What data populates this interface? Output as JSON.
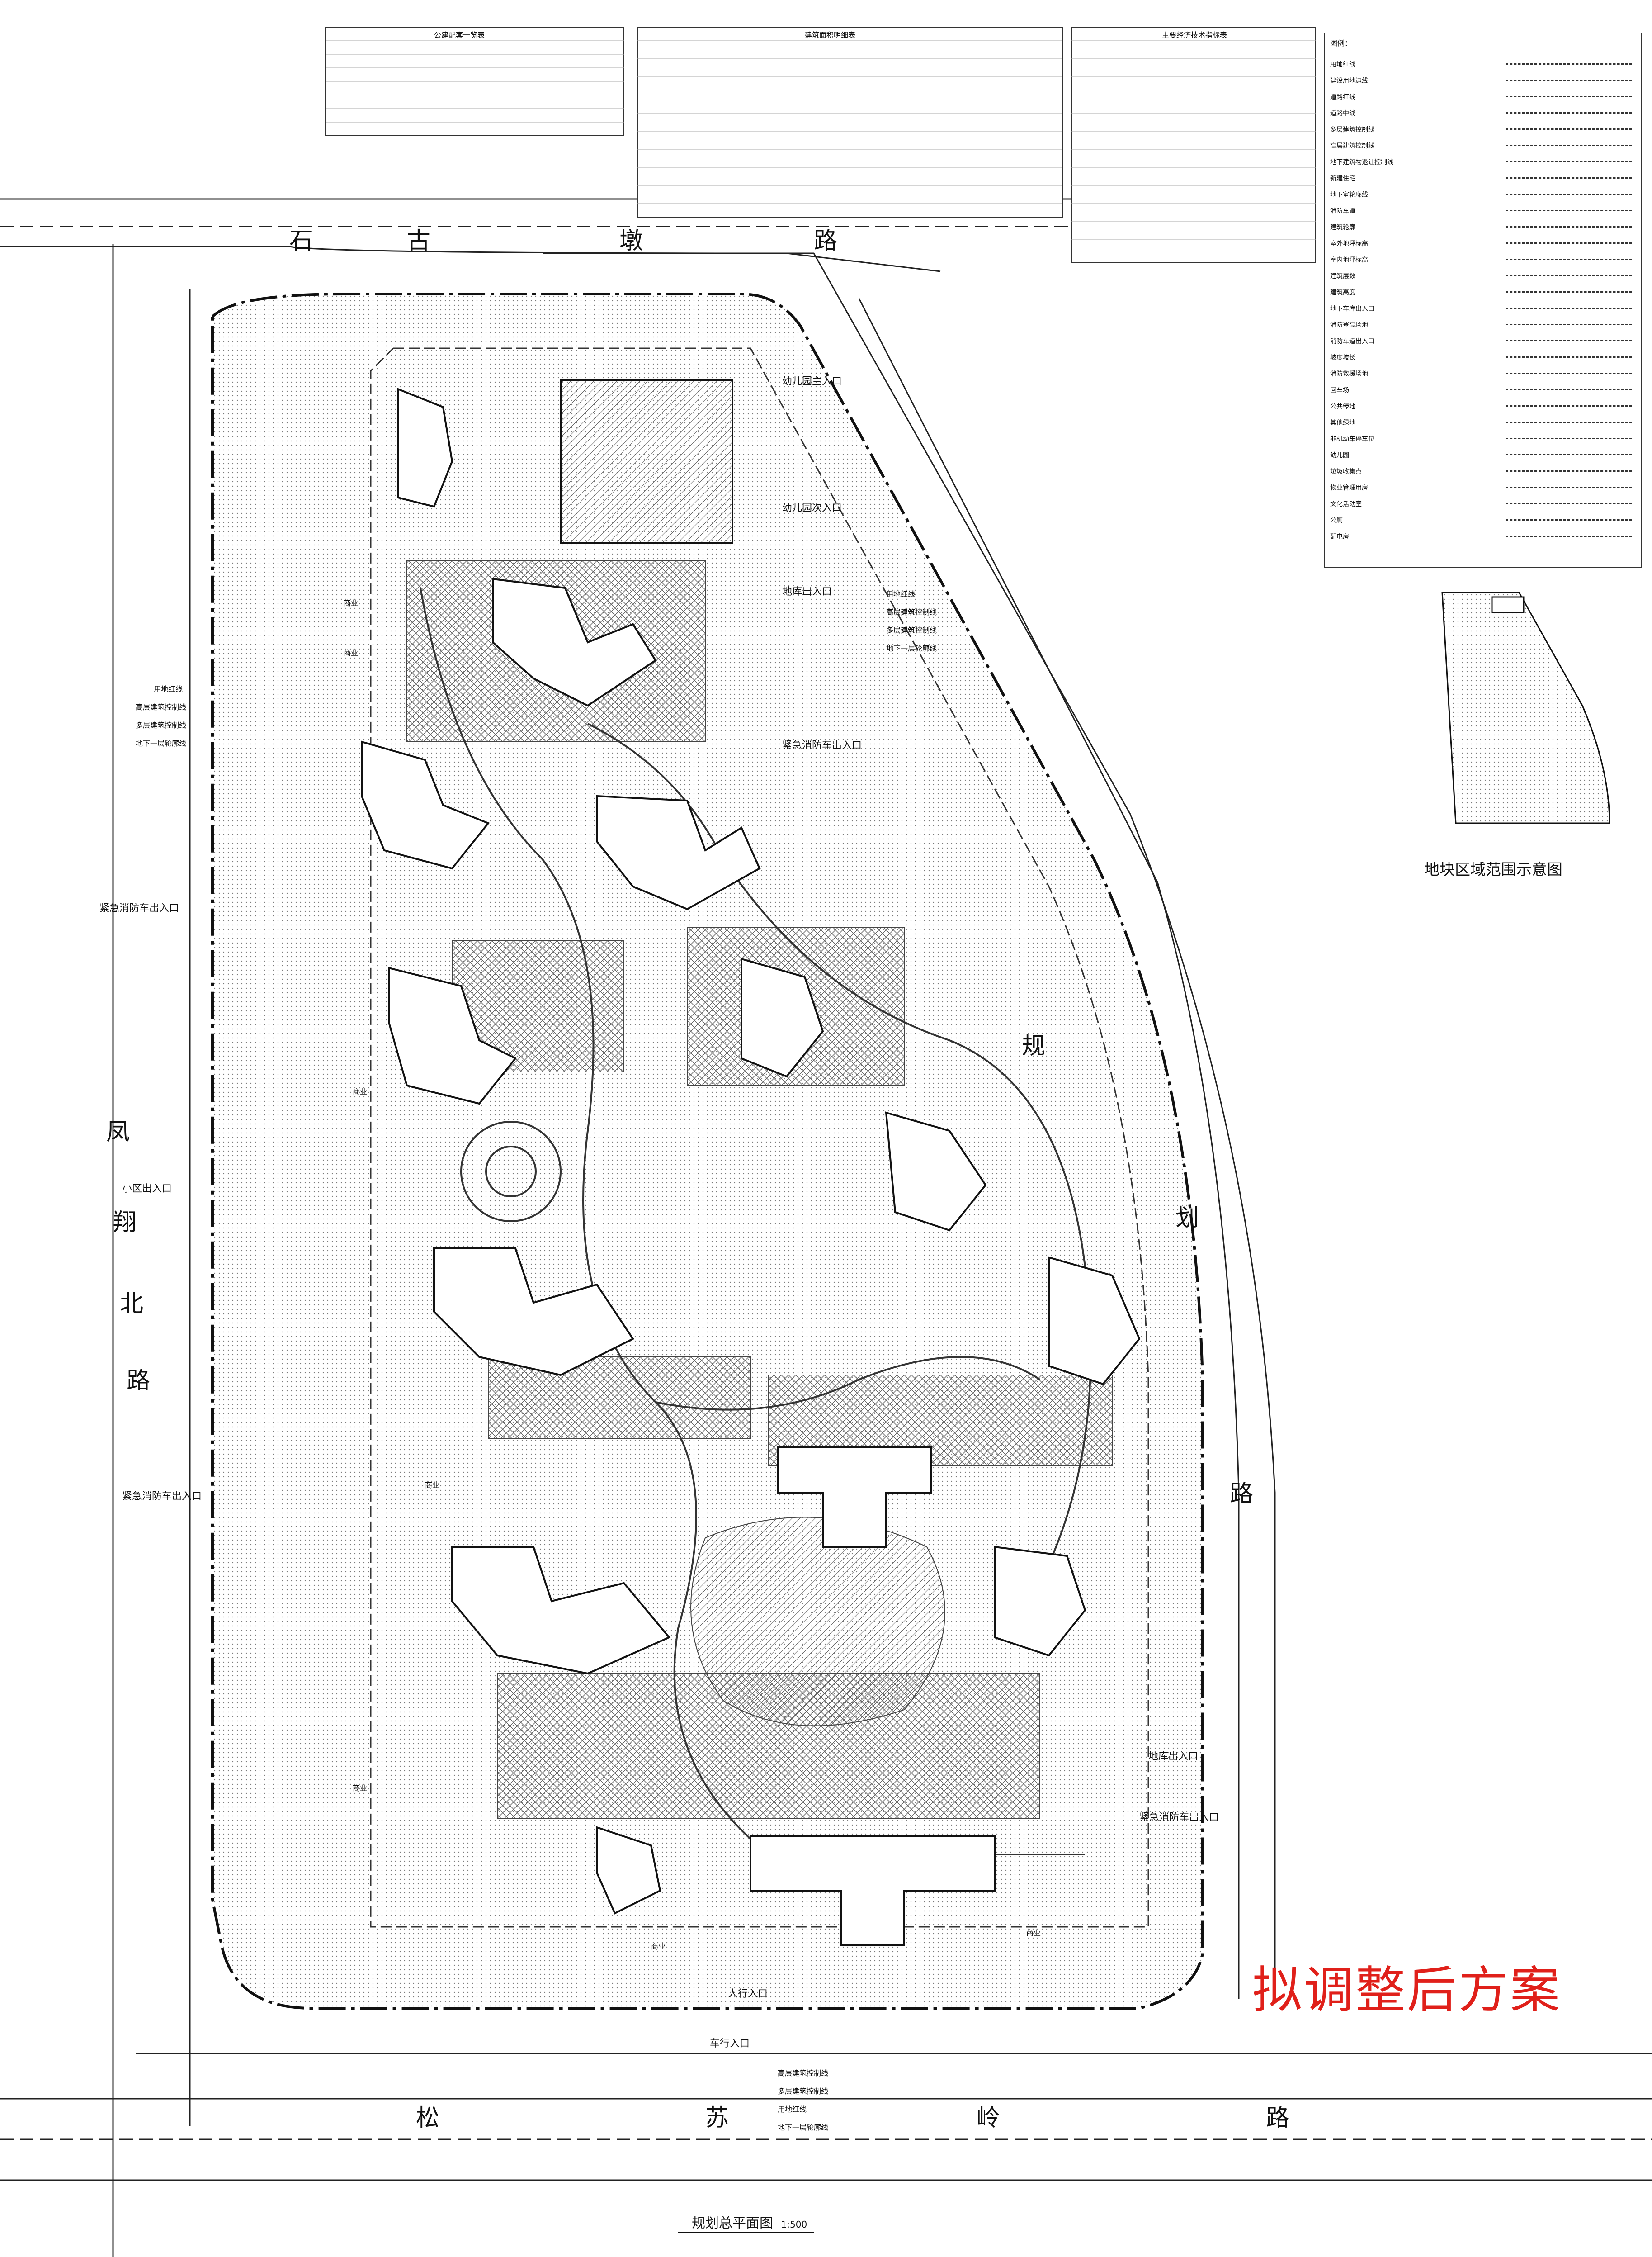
{
  "tables": {
    "left_title": "公建配套一览表",
    "mid_title": "建筑面积明细表",
    "right_title": "主要经济技术指标表"
  },
  "legend": {
    "title": "图例：",
    "items": [
      "用地红线",
      "建设用地边线",
      "道路红线",
      "道路中线",
      "多层建筑控制线",
      "高层建筑控制线",
      "地下建筑物退让控制线",
      "新建住宅",
      "地下室轮廓线",
      "消防车道",
      "建筑轮廓",
      "室外地坪标高",
      "室内地坪标高",
      "建筑层数",
      "建筑高度",
      "地下车库出入口",
      "消防登高场地",
      "消防车道出入口",
      "坡度坡长",
      "消防救援场地",
      "回车场",
      "公共绿地",
      "其他绿地",
      "非机动车停车位",
      "幼儿园",
      "垃圾收集点",
      "物业管理用房",
      "文化活动室",
      "公厕",
      "配电房"
    ]
  },
  "roads": {
    "top": [
      "石",
      "古",
      "墩",
      "路"
    ],
    "left": [
      "凤",
      "翔",
      "北",
      "路"
    ],
    "right": [
      "规",
      "划",
      "路"
    ],
    "bottom": [
      "松",
      "苏",
      "岭",
      "路"
    ]
  },
  "labels": {
    "kindergarten_main_entrance": "幼儿园主入口",
    "kindergarten_secondary_entrance": "幼儿园次入口",
    "garage_entrance_top": "地库出入口",
    "garage_entrance_right": "地库出入口",
    "emergency_fire_top": "紧急消防车出入口",
    "emergency_fire_left_upper": "紧急消防车出入口",
    "emergency_fire_left_lower": "紧急消防车出入口",
    "emergency_fire_right": "紧急消防车出入口",
    "community_entrance": "小区出入口",
    "pedestrian_entrance": "人行入口",
    "vehicle_entrance": "车行入口",
    "red_line": "用地红线",
    "high_rise_control": "高层建筑控制线",
    "multi_story_control": "多层建筑控制线",
    "underground_outline": "地下一层轮廓线",
    "commercial": "商业"
  },
  "inset_title": "地块区域范围示意图",
  "scheme_note": "拟调整后方案",
  "drawing_title": "规划总平面图",
  "scale": "1:500",
  "colors": {
    "line": "#222222",
    "hatch": "#555555",
    "red_text": "#e0201a",
    "background": "#ffffff"
  }
}
